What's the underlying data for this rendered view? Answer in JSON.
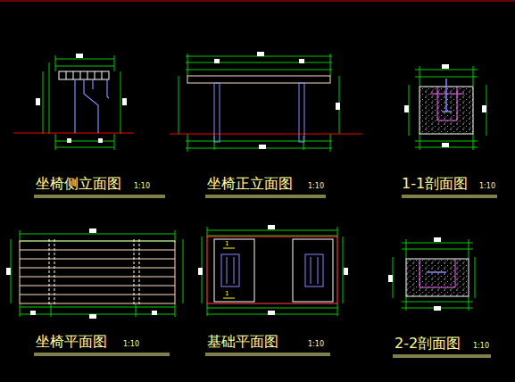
{
  "diagram": {
    "labels": [
      "坐椅侧立面图",
      "1:10",
      "坐椅正立面图",
      "1:10",
      "1-1剖面图",
      "1:10",
      "坐椅平面图",
      "1:10",
      "基础平面图",
      "1:10",
      "2-2剖面图",
      "1:10",
      "1",
      "1"
    ]
  }
}
